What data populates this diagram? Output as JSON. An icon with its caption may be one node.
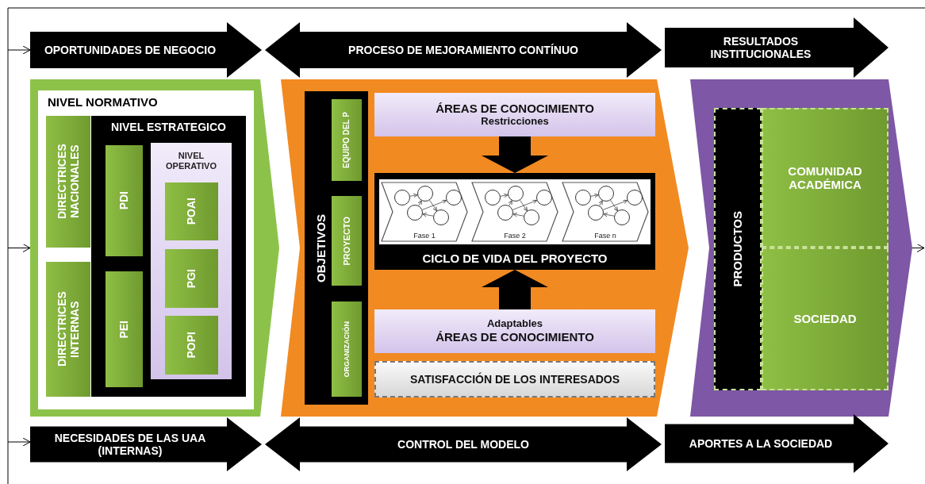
{
  "diagram": {
    "nodes": [
      {
        "text": [
          "OPORTUNIDADES DE NEGOCIO"
        ]
      },
      {
        "text": [
          "PROCESO DE MEJORAMIENTO CONTÍNUO"
        ]
      },
      {
        "text": [
          "RESULTADOS INSTITUCIONALES"
        ]
      },
      {
        "text": [],
        "shape": "chevron"
      },
      {
        "text": [
          "NIVEL NORMATIVO"
        ],
        "in": 3
      },
      {
        "text": [
          "DIRECTRICES NACIONALES"
        ],
        "in": 4
      },
      {
        "text": [
          "DIRECTRICES INTERNAS"
        ],
        "in": 4
      },
      {
        "text": [
          "NIVEL ESTRATEGICO"
        ],
        "in": 4
      },
      {
        "text": [
          "PDI"
        ],
        "in": 7
      },
      {
        "text": [
          "PEI"
        ],
        "in": 7
      },
      {
        "text": [
          "NIVEL OPERATIVO"
        ],
        "in": 7
      },
      {
        "text": [
          "POAI"
        ],
        "in": 10
      },
      {
        "text": [
          "PGI"
        ],
        "in": 10
      },
      {
        "text": [
          "POPI"
        ],
        "in": 10
      },
      {
        "text": [],
        "shape": "chevron"
      },
      {
        "text": [
          "OBJETIVOS"
        ],
        "in": 14
      },
      {
        "text": [
          "EQUIPO DEL P"
        ],
        "in": 15
      },
      {
        "text": [
          "PROYECTO"
        ],
        "in": 15
      },
      {
        "text": [
          "ORGANIZACIÓN"
        ],
        "in": 15
      },
      {
        "text": [
          "ÁREAS DE CONOCIMIENTO",
          "Restricciones"
        ],
        "in": 14
      },
      {
        "text": [
          "CICLO DE VIDA DEL PROYECTO"
        ],
        "in": 14
      },
      {
        "text": [
          "Fase 1"
        ],
        "in": 20
      },
      {
        "text": [
          "Fase 2"
        ],
        "in": 20
      },
      {
        "text": [
          "Fase n"
        ],
        "in": 20
      },
      {
        "text": [
          "Adaptables",
          "ÁREAS DE CONOCIMIENTO"
        ],
        "in": 14
      },
      {
        "text": [
          "SATISFACCIÓN DE LOS INTERESADOS"
        ],
        "in": 14
      },
      {
        "text": [],
        "shape": "chevron"
      },
      {
        "text": [
          "PRODUCTOS"
        ],
        "in": 26
      },
      {
        "text": [
          "COMUNIDAD ACADÉMICA"
        ],
        "in": 26
      },
      {
        "text": [
          "SOCIEDAD"
        ],
        "in": 26
      },
      {
        "text": [
          "NECESIDADES DE LAS UAA (INTERNAS)"
        ]
      },
      {
        "text": [
          "CONTROL DEL MODELO"
        ]
      },
      {
        "text": [
          "APORTES A LA SOCIEDAD"
        ]
      }
    ],
    "edges": [
      {
        "from": null,
        "to": 0,
        "arrow": "to"
      },
      {
        "from": null,
        "to": 3,
        "arrow": "to"
      },
      {
        "from": null,
        "to": 30,
        "arrow": "to"
      },
      {
        "from": 26,
        "to": null,
        "arrow": "to"
      },
      {
        "from": 19,
        "to": 20,
        "arrow": "to",
        "style": "thick"
      },
      {
        "from": 24,
        "to": 20,
        "arrow": "to",
        "style": "thick"
      }
    ]
  }
}
